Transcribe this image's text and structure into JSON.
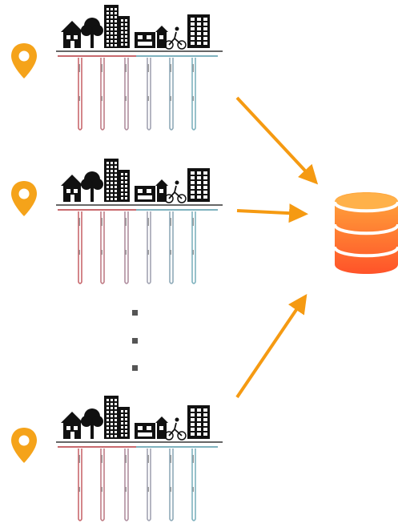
{
  "diagram": {
    "sites": [
      {
        "id": 1
      },
      {
        "id": 2
      },
      {
        "id": 3
      }
    ],
    "colors": {
      "pin": "#F5A31A",
      "arrow": "#F59A12",
      "building": "#111111",
      "pipe_hot": "#C8696E",
      "pipe_cold": "#7FB2BE",
      "db_top": "#FFA33A",
      "db_bottom": "#FF5A2A",
      "ellipsis": "#555555"
    },
    "icons": {
      "pin": "location-pin-icon",
      "database": "database-icon",
      "scene": "city-ground-heat-exchanger-illustration",
      "continuation": "vertical-ellipsis"
    }
  }
}
